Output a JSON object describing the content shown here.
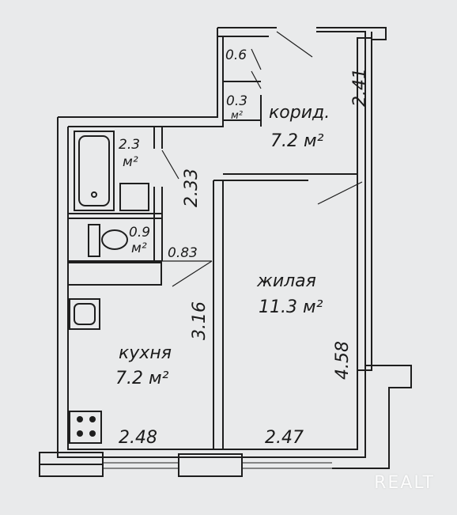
{
  "rooms": {
    "corridor": {
      "name": "корид.",
      "area": "7.2 м²"
    },
    "living": {
      "name": "жилая",
      "area": "11.3 м²"
    },
    "kitchen": {
      "name": "кухня",
      "area": "7.2 м²"
    },
    "bathroom": {
      "area_value": "2.3",
      "area_unit": "м²"
    },
    "toilet": {
      "area_value": "0.9",
      "area_unit": "м²"
    },
    "closet": {
      "area_value": "0.3",
      "area_unit": "м²"
    },
    "niche": {
      "area_value": "0.6"
    }
  },
  "dimensions": {
    "corridor_width": "2.41",
    "bath_hall_width": "2.33",
    "toilet_door_width": "0.83",
    "kitchen_depth": "3.16",
    "living_depth": "4.58",
    "kitchen_width": "2.48",
    "living_width": "2.47"
  },
  "watermark": "REALT"
}
